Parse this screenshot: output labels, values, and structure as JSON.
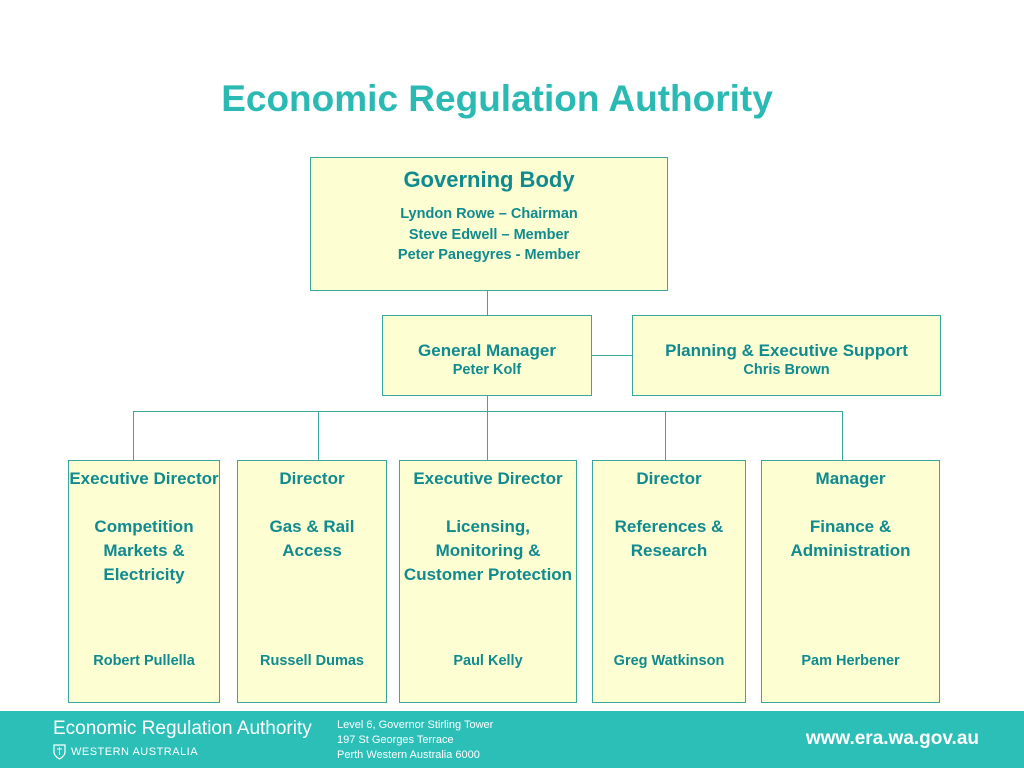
{
  "title": "Economic Regulation Authority",
  "governing_body": {
    "heading": "Governing Body",
    "members": [
      "Lyndon Rowe – Chairman",
      "Steve Edwell – Member",
      "Peter Panegyres - Member"
    ]
  },
  "general_manager": {
    "title": "General Manager",
    "name": "Peter Kolf"
  },
  "planning_support": {
    "title": "Planning & Executive Support",
    "name": "Chris Brown"
  },
  "units": [
    {
      "title": "Executive Director",
      "dept": "Competition Markets & Electricity",
      "name": "Robert Pullella"
    },
    {
      "title": "Director",
      "dept": "Gas & Rail Access",
      "name": "Russell Dumas"
    },
    {
      "title": "Executive Director",
      "dept": "Licensing, Monitoring & Customer Protection",
      "name": "Paul Kelly"
    },
    {
      "title": "Director",
      "dept": "References & Research",
      "name": "Greg Watkinson"
    },
    {
      "title": "Manager",
      "dept": "Finance & Administration",
      "name": "Pam Herbener"
    }
  ],
  "footer": {
    "org": "Economic Regulation Authority",
    "state": "WESTERN AUSTRALIA",
    "address": [
      "Level 6, Governor Stirling Tower",
      "197 St Georges Terrace",
      "Perth Western Australia 6000"
    ],
    "url": "www.era.wa.gov.au"
  },
  "colors": {
    "accent": "#2ab9b3",
    "box_fill": "#fefed3",
    "box_text": "#0f8a8f",
    "footer_bg": "#2bbfb8"
  }
}
